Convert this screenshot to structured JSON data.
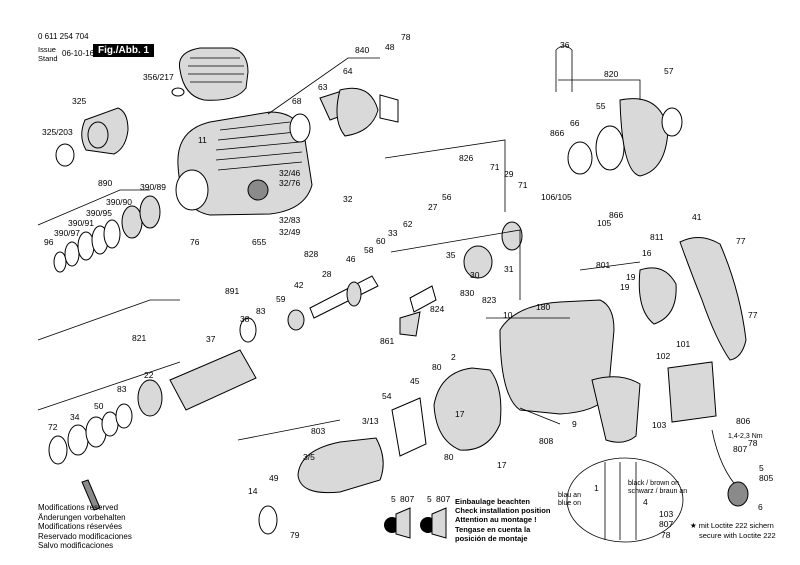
{
  "header": {
    "doc_number": "0 611 254 704",
    "issue_label_1": "Issue",
    "issue_label_2": "Stand",
    "issue_date": "06-10-16",
    "fig_label": "Fig./Abb. 1"
  },
  "notes": {
    "line1": "Modifications reserved",
    "line2": "Änderungen vorbehalten",
    "line3": "Modifications réservées",
    "line4": "Reservado modificaciones",
    "line5": "Salvo modificaciones"
  },
  "install_check": {
    "line1": "Einbaulage beachten",
    "line2": "Check installation position",
    "line3": "Attention au montage !",
    "line4": "Tengase en cuenta la",
    "line5": "posición de montaje"
  },
  "loctite": {
    "line1": "★ mit Loctite 222 sichern",
    "line2": "secure with Loctite 222"
  },
  "wiring_legend": {
    "blue_de": "blau an",
    "blue_en": "blue on",
    "color_de": "black / brown on",
    "color_en": "schwarz / braun an",
    "wire_gauge": "1,4-2,3 Nm"
  },
  "callouts": {
    "c840": "840",
    "c78a": "78",
    "c48": "48",
    "c64": "64",
    "c63": "63",
    "c68": "68",
    "c356": "356/217",
    "c325": "325",
    "c325b": "325/203",
    "c11": "11",
    "c36": "36",
    "c820": "820",
    "c57": "57",
    "c55": "55",
    "c66": "66",
    "c866a": "866",
    "c826": "826",
    "c71a": "71",
    "c29": "29",
    "c71b": "71",
    "c56": "56",
    "c27": "27",
    "c106": "106/105",
    "c866b": "866",
    "c105": "105",
    "c890": "890",
    "c390_89": "390/89",
    "c390_95": "390/95",
    "c390_90": "390/90",
    "c390_91": "390/91",
    "c390_97": "390/97",
    "c96": "96",
    "c32_46": "32/46",
    "c32_76": "32/76",
    "c32": "32",
    "c32_83": "32/83",
    "c32_49": "32/49",
    "c655": "655",
    "c76": "76",
    "c828": "828",
    "c62": "62",
    "c33": "33",
    "c60": "60",
    "c58": "58",
    "c46": "46",
    "c28": "28",
    "c42": "42",
    "c59": "59",
    "c35": "35",
    "c30": "30",
    "c31": "31",
    "c830": "830",
    "c823": "823",
    "c824": "824",
    "c861": "861",
    "c891": "891",
    "c821": "821",
    "c38": "38",
    "c83a": "83",
    "c37": "37",
    "c22": "22",
    "c83b": "83",
    "c50": "50",
    "c34": "34",
    "c72": "72",
    "c10": "10",
    "c180": "180",
    "c2": "2",
    "c80a": "80",
    "c45": "45",
    "c54": "54",
    "c3_13": "3/13",
    "c803": "803",
    "c3_5": "3/5",
    "c49": "49",
    "c14": "14",
    "c79": "79",
    "c80b": "80",
    "c17a": "17",
    "c17b": "17",
    "c808": "808",
    "c9": "9",
    "c41": "41",
    "c77a": "77",
    "c811": "811",
    "c16": "16",
    "c801": "801",
    "c19a": "19",
    "c19b": "19",
    "c77b": "77",
    "c101": "101",
    "c102": "102",
    "c103a": "103",
    "c806": "806",
    "c78b": "78",
    "c807a": "807",
    "c5": "5",
    "c805": "805",
    "c6": "6",
    "c1": "1",
    "c4": "4",
    "c103b": "103",
    "c807b": "807",
    "c78c": "78",
    "c5a": "5",
    "c807c": "807",
    "c5b": "5",
    "c807d": "807"
  }
}
